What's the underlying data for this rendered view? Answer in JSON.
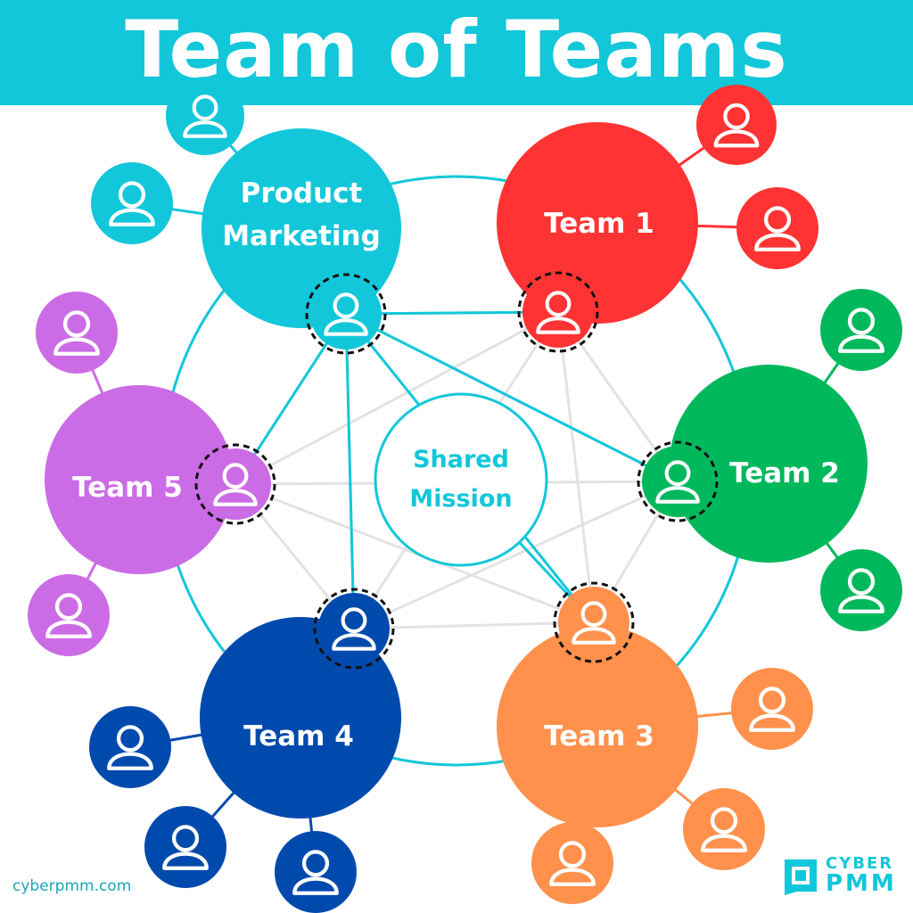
{
  "title": "Team of Teams",
  "center_label": [
    "Shared",
    "Mission"
  ],
  "teams": {
    "pm": {
      "label": [
        "Product",
        "Marketing"
      ],
      "color": "#12c7d9"
    },
    "t1": {
      "label": [
        "Team 1"
      ],
      "color": "#ff3333"
    },
    "t2": {
      "label": [
        "Team 2"
      ],
      "color": "#00b85c"
    },
    "t3": {
      "label": [
        "Team 3"
      ],
      "color": "#ff914d"
    },
    "t4": {
      "label": [
        "Team 4"
      ],
      "color": "#004aad"
    },
    "t5": {
      "label": [
        "Team 5"
      ],
      "color": "#cb6ce6"
    }
  },
  "colors": {
    "ring_line": "#12c7d9",
    "mesh_line": "#e3e3e3",
    "mission_text": "#12c7d9",
    "dashed_outline": "#111111"
  },
  "icon": "person-icon",
  "website": "cyberpmm.com",
  "logo": {
    "line1": "CYBER",
    "line2": "PMM"
  }
}
